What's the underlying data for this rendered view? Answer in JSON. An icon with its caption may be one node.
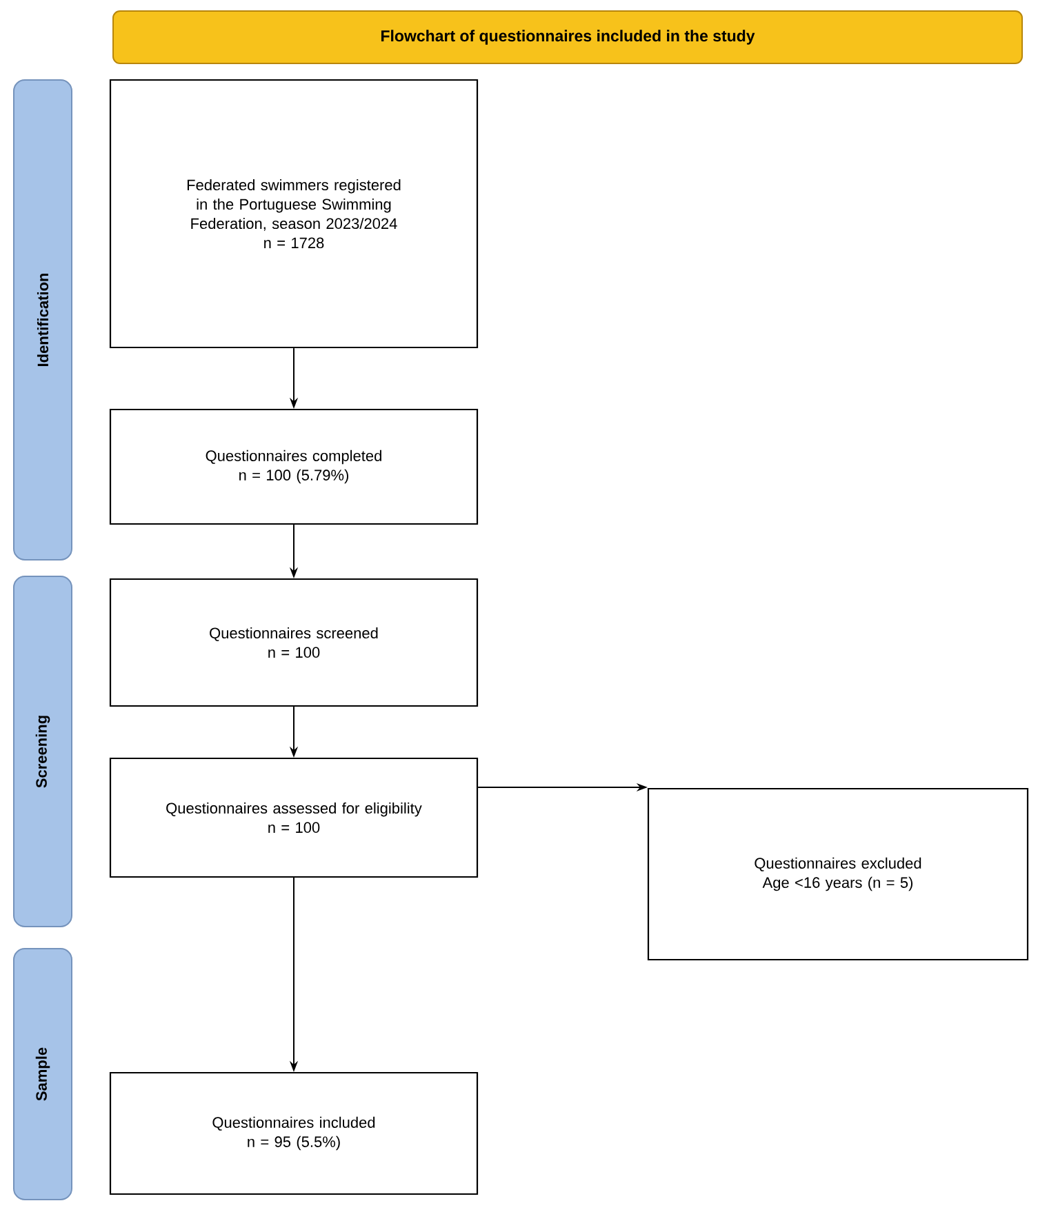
{
  "diagram": {
    "title": "Flowchart of questionnaires included in the study",
    "nodes": [
      {
        "text": [
          "Identification"
        ]
      },
      {
        "text": [
          "Federated swimmers registered in the Portuguese Swimming Federation, season 2023/2024",
          "n = 1728"
        ]
      },
      {
        "text": [
          "Questionnaires completed",
          "n = 100 (5.79%)"
        ]
      },
      {
        "text": [
          "Screening"
        ]
      },
      {
        "text": [
          "Questionnaires screened",
          "n = 100"
        ]
      },
      {
        "text": [
          "Questionnaires assessed for eligibility",
          "n = 100"
        ]
      },
      {
        "text": [
          "Questionnaires excluded",
          "Age <16 years (n = 5)"
        ]
      },
      {
        "text": [
          "Sample"
        ]
      },
      {
        "text": [
          "Questionnaires included",
          "n = 95 (5.5%)"
        ]
      }
    ],
    "edges": [
      {
        "from": 1,
        "to": 2,
        "arrow": "to"
      },
      {
        "from": 2,
        "to": 4,
        "arrow": "to"
      },
      {
        "from": 4,
        "to": 5,
        "arrow": "to"
      },
      {
        "from": 5,
        "to": 6,
        "arrow": "to"
      },
      {
        "from": 5,
        "to": 8,
        "arrow": "to"
      }
    ]
  }
}
